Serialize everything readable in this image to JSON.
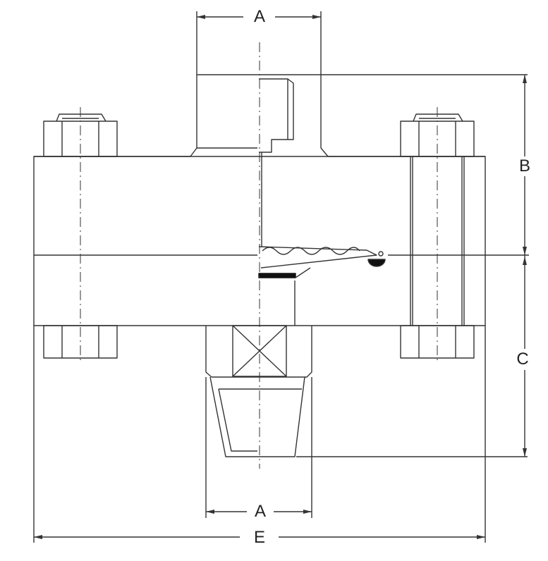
{
  "dimensions": {
    "top_width": "A",
    "bottom_width": "A",
    "upper_height": "B",
    "lower_height": "C",
    "overall_length": "E"
  },
  "colors": {
    "line": "#333333",
    "background": "#ffffff",
    "fill_dark": "#111111"
  }
}
